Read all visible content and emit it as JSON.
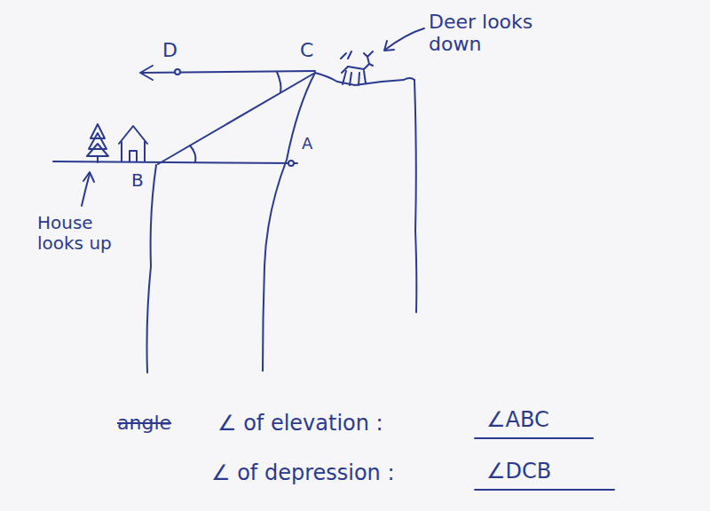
{
  "diagram": {
    "labels": [
      "D",
      "C",
      "Deer looks down",
      "A",
      "B",
      "House looks up",
      "angle",
      "∠ of elevation :",
      "∠ABC",
      "∠ of depression :",
      "∠DCB"
    ]
  }
}
